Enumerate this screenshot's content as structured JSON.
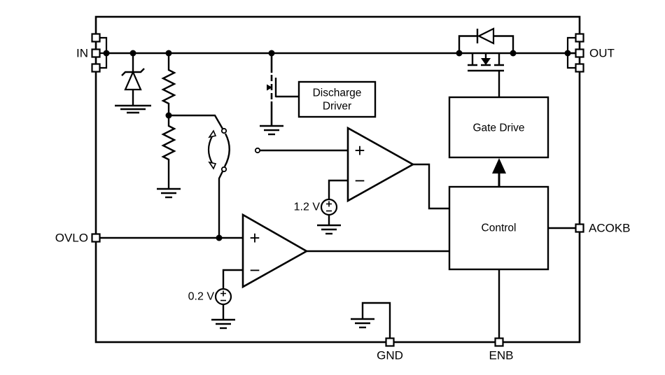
{
  "colors": {
    "line": "#000000",
    "background": "#ffffff",
    "text": "#000000"
  },
  "pins": {
    "in": {
      "label": "IN"
    },
    "out": {
      "label": "OUT"
    },
    "ovlo": {
      "label": "OVLO"
    },
    "acokb": {
      "label": "ACOKB"
    },
    "gnd": {
      "label": "GND"
    },
    "enb": {
      "label": "ENB"
    }
  },
  "blocks": {
    "discharge_driver": {
      "line1": "Discharge",
      "line2": "Driver"
    },
    "gate_drive": {
      "label": "Gate Drive"
    },
    "control": {
      "label": "Control"
    }
  },
  "references": {
    "upper": {
      "label": "1.2 V"
    },
    "lower": {
      "label": "0.2 V"
    }
  },
  "comparators": {
    "plus_sign": "+",
    "minus_sign": "−"
  }
}
